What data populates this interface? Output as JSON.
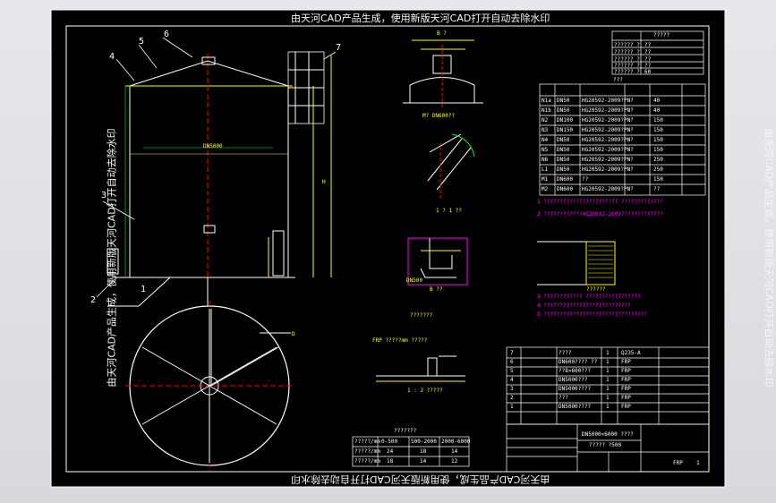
{
  "watermark": "由天河CAD产品生成，使用新版天河CAD打开自动去除水印",
  "balloons": [
    "1",
    "2",
    "3",
    "4",
    "5",
    "6",
    "7"
  ],
  "labels": {
    "dn5000": "DN5000",
    "section_b": "B ?",
    "top_nozzle": "M? DN600??",
    "scale_a": "1 ? 1 ??",
    "detail_b": "B ??",
    "dn500": "DN500",
    "detail_c": "???????",
    "detail_frp": "FRP ?????mm ?????",
    "detail_ratio": "1 : 2 ?????",
    "legend_green": "??????",
    "h_label": "H",
    "d_label": "D"
  },
  "title_block": {
    "drawing_name": "DN5000×6000 ????",
    "drawing_code": "????? ?500",
    "material": "FRP",
    "sheet": "1"
  },
  "parts_table": {
    "rows": [
      {
        "no": "7",
        "name": "????",
        "qty": "1",
        "mat": "Q235-A"
      },
      {
        "no": "6",
        "name": "DN600???? ??",
        "qty": "1",
        "mat": "FRP"
      },
      {
        "no": "5",
        "name": "??8×600???",
        "qty": "1",
        "mat": "FRP"
      },
      {
        "no": "4",
        "name": "DN5000???",
        "qty": "1",
        "mat": "FRP"
      },
      {
        "no": "3",
        "name": "DN5000????",
        "qty": "1",
        "mat": "FRP"
      },
      {
        "no": "2",
        "name": "???",
        "qty": "1",
        "mat": "FRP"
      },
      {
        "no": "1",
        "name": "DN5000????",
        "qty": "1",
        "mat": "FRP"
      }
    ]
  },
  "nozzle_table": {
    "title": "???",
    "rows": [
      {
        "tag": "N1a",
        "dn": "DN50",
        "std": "HG20592-2009?PN?",
        "val": "40"
      },
      {
        "tag": "N1b",
        "dn": "DN50",
        "std": "HG20592-2009?PN?",
        "val": "40"
      },
      {
        "tag": "N2",
        "dn": "DN100",
        "std": "HG20592-2009?PN?",
        "val": "150"
      },
      {
        "tag": "N3",
        "dn": "DN150",
        "std": "HG20592-2009?PN?",
        "val": "150"
      },
      {
        "tag": "N4",
        "dn": "DN50",
        "std": "HG20592-2009?PN?",
        "val": "150"
      },
      {
        "tag": "N5",
        "dn": "DN50",
        "std": "HG20592-2009?PN?",
        "val": "150"
      },
      {
        "tag": "N6",
        "dn": "DN50",
        "std": "HG20592-2009?PN?",
        "val": "250"
      },
      {
        "tag": "L1",
        "dn": "DN50",
        "std": "HG20592-2009?PN?",
        "val": "250"
      },
      {
        "tag": "M1",
        "dn": "DN600",
        "std": "??",
        "val": "150"
      },
      {
        "tag": "M2",
        "dn": "DN600",
        "std": "HG20592-2009?PN?",
        "val": "??"
      }
    ]
  },
  "design_table": {
    "title": "?????",
    "rows": [
      {
        "k": "?????? ?",
        "v": "??"
      },
      {
        "k": "?????? ?",
        "v": "??"
      },
      {
        "k": "?????? ?",
        "v": "??"
      },
      {
        "k": "?????? ?",
        "v": "??"
      },
      {
        "k": "?????? ?",
        "v": "60"
      }
    ]
  },
  "thickness_table": {
    "title": "???????",
    "headers": [
      "?????/mm",
      "0-500",
      "500-2000",
      "2000-6000"
    ],
    "rows": [
      [
        "?????/mm",
        "24",
        "18",
        "14"
      ],
      [
        "?????/mm",
        "18",
        "14",
        "12"
      ]
    ]
  },
  "notes": [
    "1 ??????????????????????? ?????????????",
    "2 ????????????HG20592-2009?????????????",
    "3 ???????????? ?????????????????",
    "4 ???????????????????????????",
    "5 ????????????????????????????????"
  ]
}
